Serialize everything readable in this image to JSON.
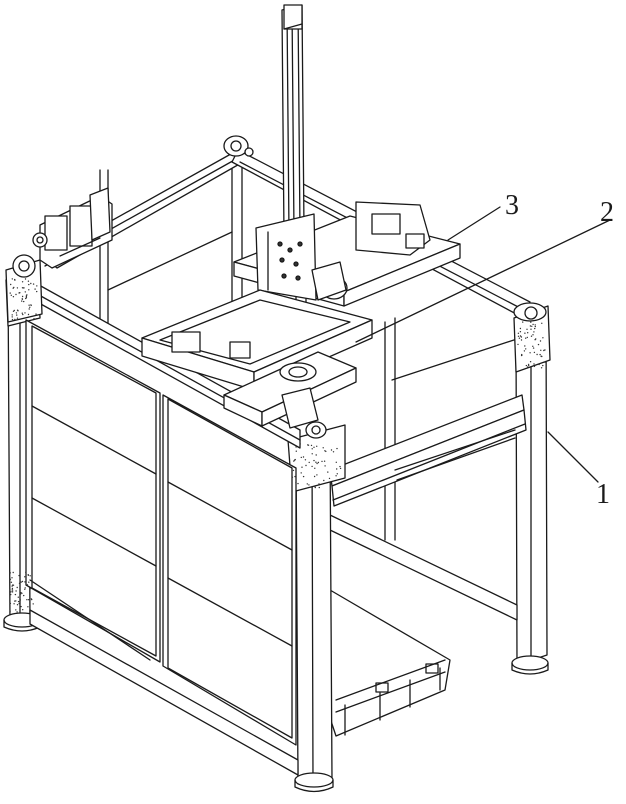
{
  "callouts": [
    {
      "id": "1",
      "text": "1"
    },
    {
      "id": "2",
      "text": "2"
    },
    {
      "id": "3",
      "text": "3"
    }
  ],
  "colors": {
    "line": "#1a1a1a",
    "paper": "#ffffff",
    "dots": "#333333"
  }
}
